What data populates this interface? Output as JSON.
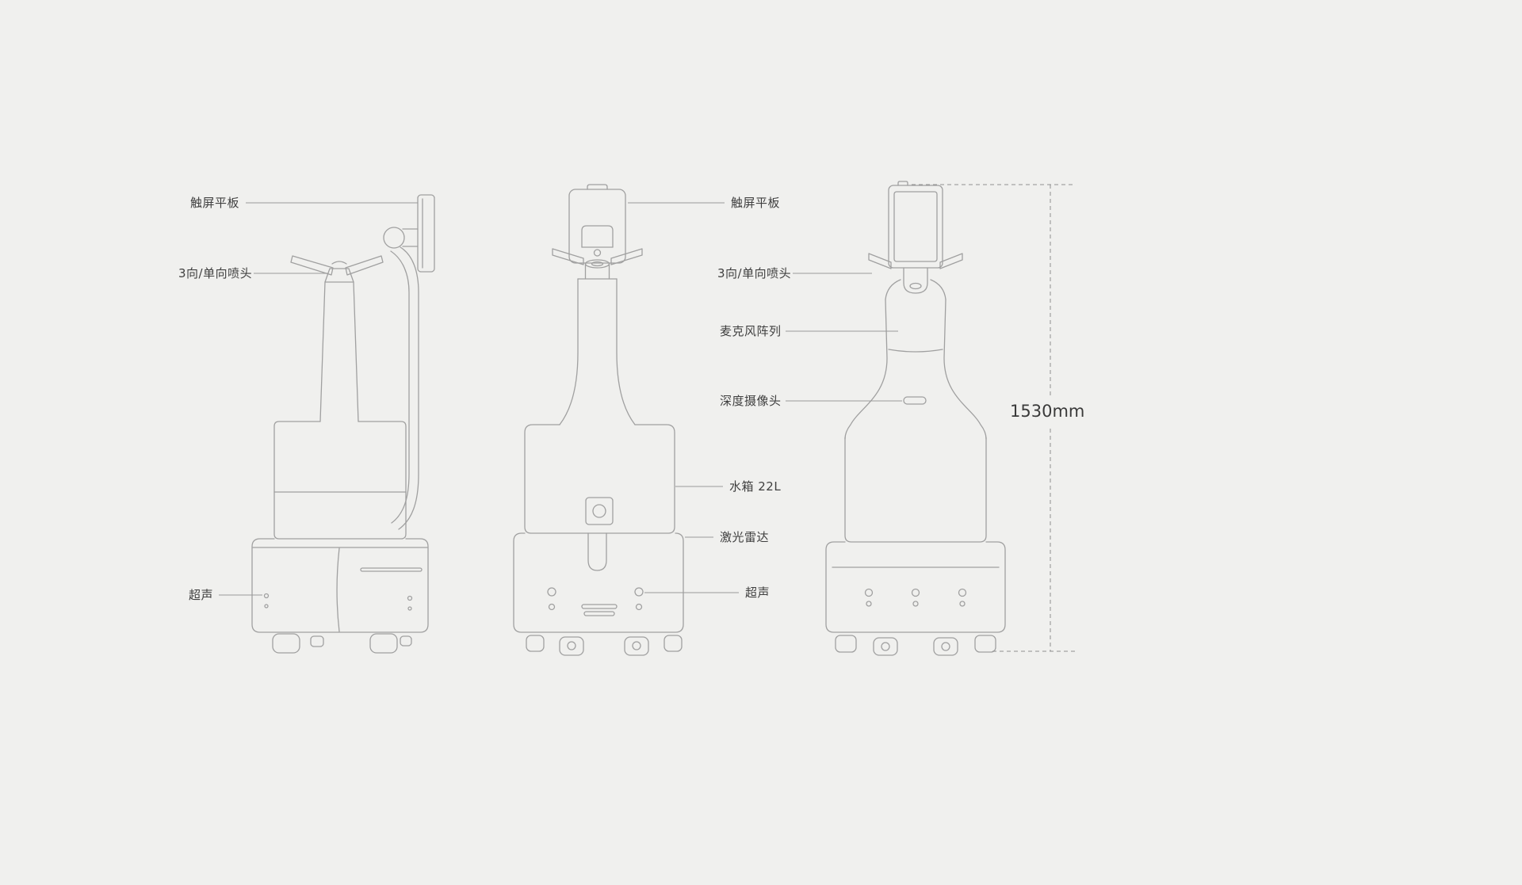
{
  "canvas": {
    "background": "#f0f0ee"
  },
  "colors": {
    "drawing_line": "#a0a0a0",
    "callout_line": "#9a9a9a",
    "dimension_line": "#909090",
    "label_text": "#3f3f3f",
    "dimension_text": "#3a3a3a"
  },
  "views": [
    {
      "id": "robot-side-view"
    },
    {
      "id": "robot-front-view"
    },
    {
      "id": "robot-front-screen-view"
    }
  ],
  "callouts": {
    "touchscreen_left": "触屏平板",
    "nozzle_left": "3向/单向喷头",
    "ultrasonic_left": "超声",
    "touchscreen_mid": "触屏平板",
    "nozzle_mid": "3向/单向喷头",
    "mic_array": "麦克风阵列",
    "depth_camera": "深度摄像头",
    "water_tank": "水箱 22L",
    "lidar": "激光雷达",
    "ultrasonic_mid": "超声"
  },
  "dimension": {
    "height": "1530mm"
  }
}
